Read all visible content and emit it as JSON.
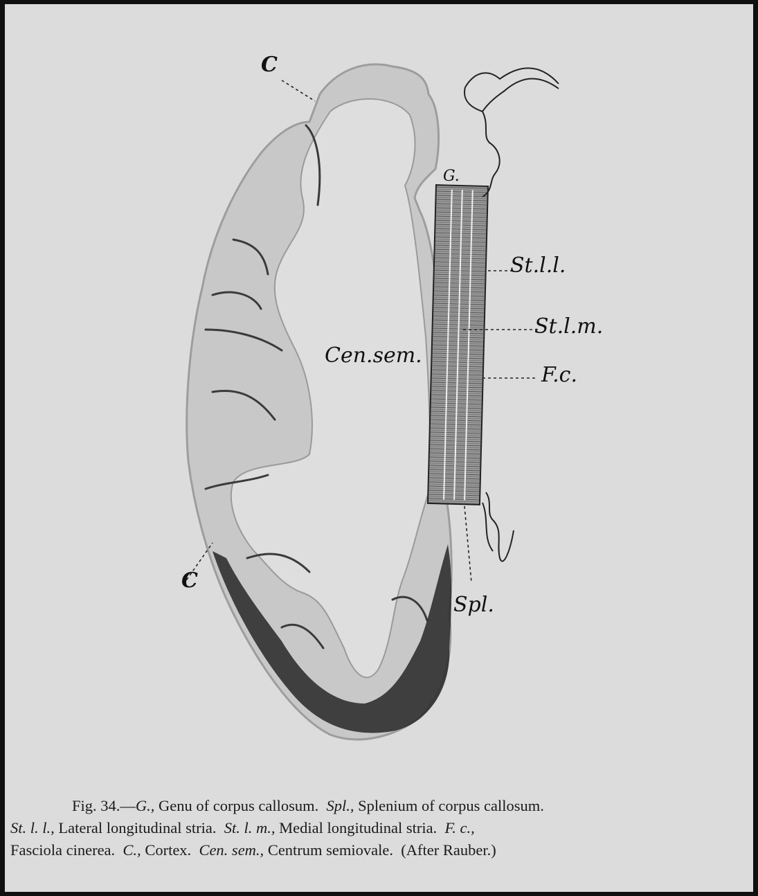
{
  "figure": {
    "labels": {
      "c_top": "C",
      "c_left": "C",
      "genu": "G.",
      "st_ll": "St.l.l.",
      "st_lm": "St.l.m.",
      "fc": "F.c.",
      "cen_sem": "Cen.sem.",
      "spl": "Spl."
    }
  },
  "caption": {
    "line1": {
      "fig": "Fig. 34.—",
      "g_abbr": "G.,",
      "g_text": " Genu of corpus callosum.  ",
      "spl_abbr": "Spl.,",
      "spl_text": " Splenium of corpus callosum."
    },
    "line2": {
      "stll_abbr": "St. l. l.,",
      "stll_text": " Lateral longitudinal stria.  ",
      "stlm_abbr": "St. l. m.,",
      "stlm_text": " Medial longitudinal stria.  ",
      "fc_abbr": "F. c.,"
    },
    "line3": {
      "fc_text": "Fasciola cinerea.  ",
      "c_abbr": "C.,",
      "c_text": " Cortex.  ",
      "cen_abbr": "Cen. sem.,",
      "cen_text": " Centrum semiovale.  ",
      "after": "(After Rauber.)"
    }
  }
}
